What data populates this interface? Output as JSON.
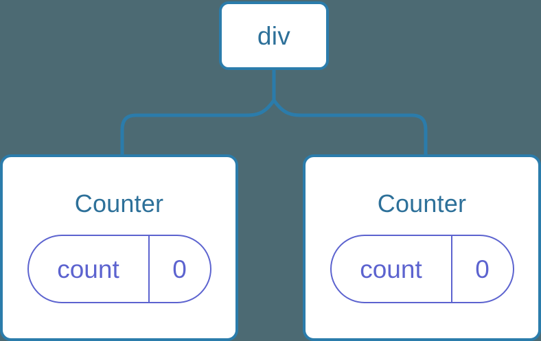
{
  "diagram": {
    "type": "component-tree",
    "background_color": "#4c6a73",
    "node_fill_color": "#ffffff",
    "node_border_color": "#2b7cab",
    "node_label_color": "#2d7099",
    "state_pill_color": "#5c63cf",
    "edge_color": "#2b7cab",
    "root": {
      "label": "div"
    },
    "children": [
      {
        "title": "Counter",
        "state": {
          "key": "count",
          "value": "0"
        }
      },
      {
        "title": "Counter",
        "state": {
          "key": "count",
          "value": "0"
        }
      }
    ],
    "edges": [
      {
        "from": "div",
        "to": "Counter (left)"
      },
      {
        "from": "div",
        "to": "Counter (right)"
      }
    ]
  }
}
